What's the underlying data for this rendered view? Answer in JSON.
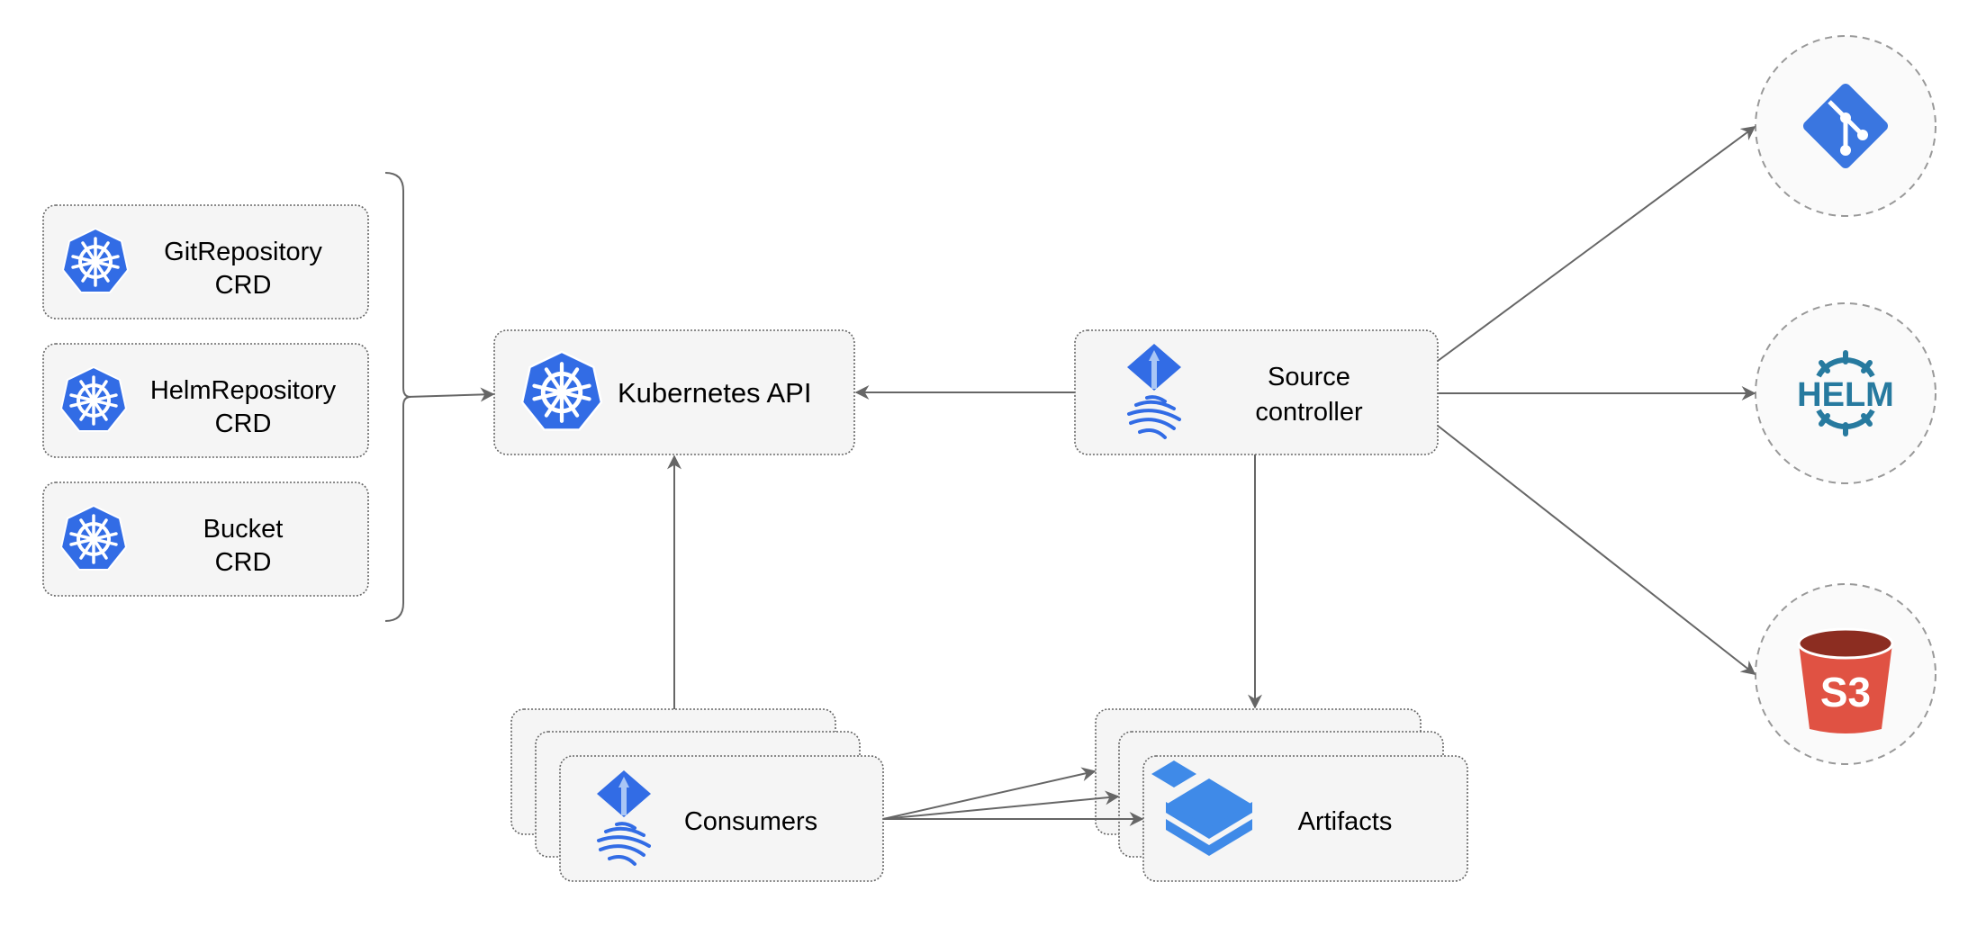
{
  "crds": [
    {
      "line1": "GitRepository",
      "line2": "CRD",
      "icon": "kubernetes-icon"
    },
    {
      "line1": "HelmRepository",
      "line2": "CRD",
      "icon": "kubernetes-icon"
    },
    {
      "line1": "Bucket",
      "line2": "CRD",
      "icon": "kubernetes-icon"
    }
  ],
  "kubernetes_api": {
    "label": "Kubernetes API",
    "icon": "kubernetes-icon"
  },
  "source_controller": {
    "line1": "Source",
    "line2": "controller",
    "icon": "flux-icon"
  },
  "consumers": {
    "label": "Consumers",
    "icon": "flux-icon"
  },
  "artifacts": {
    "label": "Artifacts",
    "icon": "layers-icon"
  },
  "sources": [
    {
      "icon": "git-icon",
      "color": "#3a76e0"
    },
    {
      "icon": "helm-icon",
      "label": "HELM",
      "color": "#277a9f"
    },
    {
      "icon": "s3-icon",
      "label": "S3",
      "color": "#e05243"
    }
  ],
  "colors": {
    "kubernetes": "#326ce5",
    "flux": "#326ce5",
    "edge": "#666666",
    "box_fill": "#f5f5f5"
  }
}
